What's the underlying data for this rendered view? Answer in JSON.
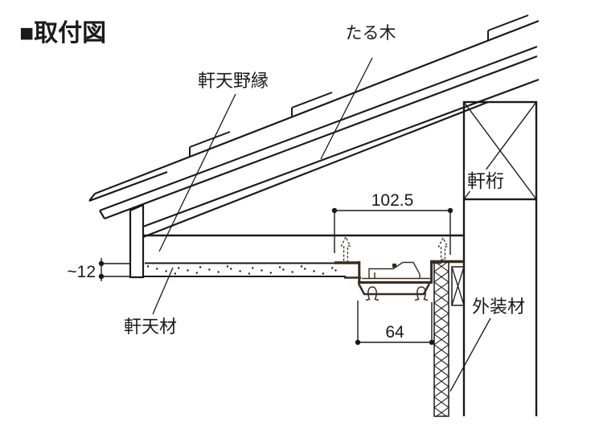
{
  "title": "■取付図",
  "diagram": {
    "labels": {
      "rafter": "たる木",
      "soffit_furring": "軒天野縁",
      "eave_purlin": "軒桁",
      "exterior_material": "外装材",
      "soffit_board": "軒天材"
    },
    "dimensions": {
      "vent_overall_width": "102.5",
      "vent_opening_width": "64",
      "soffit_board_thickness": "~12"
    },
    "icons": {
      "screw_left": "screw-fixing-arrow",
      "screw_right": "screw-fixing-arrow",
      "clips": "spring-clip-omega"
    },
    "colors": {
      "line": "#1a1a1a",
      "vent_profile": "#3a2a1e",
      "background": "#ffffff"
    }
  }
}
